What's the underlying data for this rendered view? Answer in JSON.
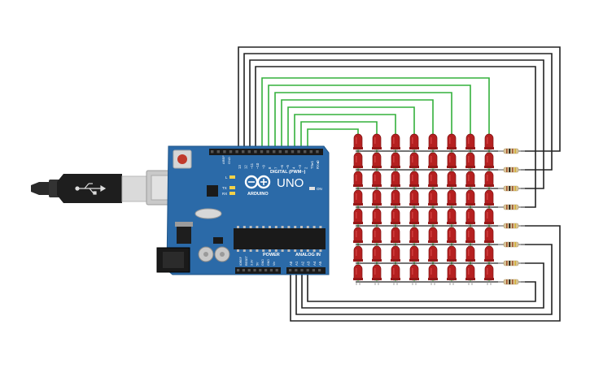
{
  "board": {
    "model_label": "UNO",
    "brand_label": "ARDUINO",
    "digital_header_label": "DIGITAL (PWM~)",
    "analog_header_label": "ANALOG IN",
    "power_header_label": "POWER",
    "on_label": "ON",
    "tx_label": "TX",
    "rx_label": "RX",
    "l_label": "L",
    "aref_label": "AREF",
    "gnd_label": "GND",
    "digital_pins": [
      "13",
      "12",
      "~11",
      "~10",
      "~9",
      "8",
      "7",
      "~6",
      "~5",
      "4",
      "~3",
      "2",
      "TX▸1",
      "RX◂0"
    ],
    "power_pins": [
      "IOREF",
      "RESET",
      "3.3V",
      "5V",
      "GND",
      "GND",
      "Vin"
    ],
    "analog_pins": [
      "A0",
      "A1",
      "A2",
      "A3",
      "A4",
      "A5"
    ]
  },
  "matrix": {
    "rows": 8,
    "cols": 8,
    "resistors": 8
  },
  "colors": {
    "board": "#2b6aa8",
    "led": "#b52020",
    "wire_black": "#222222",
    "wire_green": "#34b03c",
    "resistor": "#d8c69a"
  }
}
